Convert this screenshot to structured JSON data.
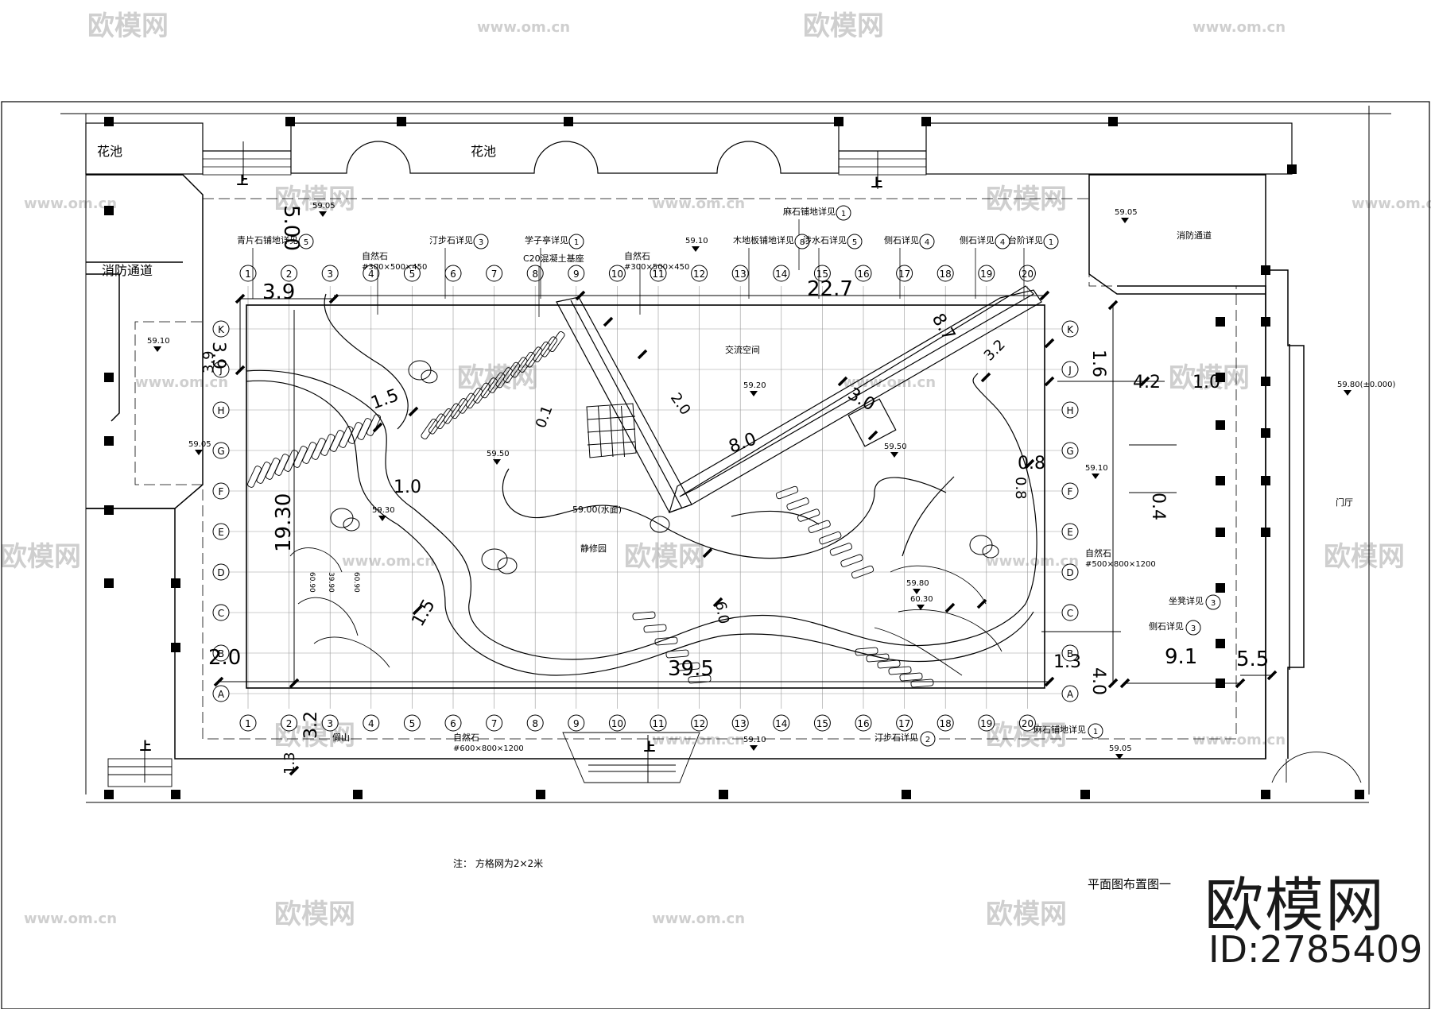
{
  "drawing_title": "平面图布置图一",
  "note": "注：  方格网为2×2米",
  "brand": {
    "name": "欧模网",
    "id": "ID:2785409"
  },
  "watermark": {
    "logo_text": "欧模网",
    "url": "www.om.cn",
    "url_short": "om.cn"
  },
  "zones": {
    "planter_left": "花池",
    "planter_center": "花池",
    "fire_lane_left": "消防通道",
    "fire_lane_right": "消防通道",
    "lobby": "门厅",
    "exchange_space": "交流空间",
    "rockery_garden": "静修园",
    "rockery": "假山",
    "water_level": "59.00(水面)"
  },
  "grid": {
    "columns": [
      "1",
      "2",
      "3",
      "4",
      "5",
      "6",
      "7",
      "8",
      "9",
      "10",
      "11",
      "12",
      "13",
      "14",
      "15",
      "16",
      "17",
      "18",
      "19",
      "20"
    ],
    "rows": [
      "K",
      "J",
      "H",
      "G",
      "F",
      "E",
      "D",
      "C",
      "B",
      "A"
    ]
  },
  "callouts_top": [
    {
      "text": "青片石铺地详见",
      "ref": "5"
    },
    {
      "text": "自然石",
      "sub": "#300×500×450"
    },
    {
      "text": "汀步石详见",
      "ref": "3"
    },
    {
      "text": "学子亭详见",
      "ref": "1"
    },
    {
      "text": "C20混凝土基座"
    },
    {
      "text": "自然石",
      "sub": "#300×500×450"
    },
    {
      "text": "麻石铺地详见",
      "ref": "1"
    },
    {
      "text": "木地板铺地详见",
      "ref": "8"
    },
    {
      "text": "涉水石详见",
      "ref": "5"
    },
    {
      "text": "侧石详见",
      "ref": "4"
    },
    {
      "text": "侧石详见",
      "ref": "4"
    },
    {
      "text": "台阶详见",
      "ref": "1"
    }
  ],
  "callouts_other": [
    {
      "text": "自然石",
      "sub": "#600×800×1200"
    },
    {
      "text": "自然石",
      "sub": "#500×800×1200"
    },
    {
      "text": "汀步石详见",
      "ref": "2"
    },
    {
      "text": "麻石铺地详见",
      "ref": "1"
    },
    {
      "text": "坐凳详见",
      "ref": "3"
    },
    {
      "text": "侧石详见",
      "ref": "3"
    }
  ],
  "stair_up_label": "上",
  "elevations": [
    "59.05",
    "59.10",
    "59.05",
    "59.05",
    "59.10",
    "59.30",
    "59.50",
    "59.20",
    "59.50",
    "59.10",
    "59.80",
    "60.30",
    "59.10",
    "59.05",
    "59.80(±0.000)",
    "60.90",
    "39.90",
    "60.90"
  ],
  "dimensions": [
    "3.9",
    "22.7",
    "3.9",
    "19.30",
    "2.0",
    "3.2",
    "1.3",
    "39.5",
    "1.5",
    "1.0",
    "1.5",
    "0.1",
    "8.0",
    "6.0",
    "3.0",
    "3.2",
    "0.8",
    "1.6",
    "4.2",
    "1.0",
    "0.4",
    "9.1",
    "5.5",
    "1.3",
    "4.0",
    "8.7",
    "2.0",
    "5.00",
    "0.8",
    "3.9"
  ],
  "colors": {
    "line": "#000000",
    "grid": "#999999",
    "watermark": "#cfcfcf"
  }
}
